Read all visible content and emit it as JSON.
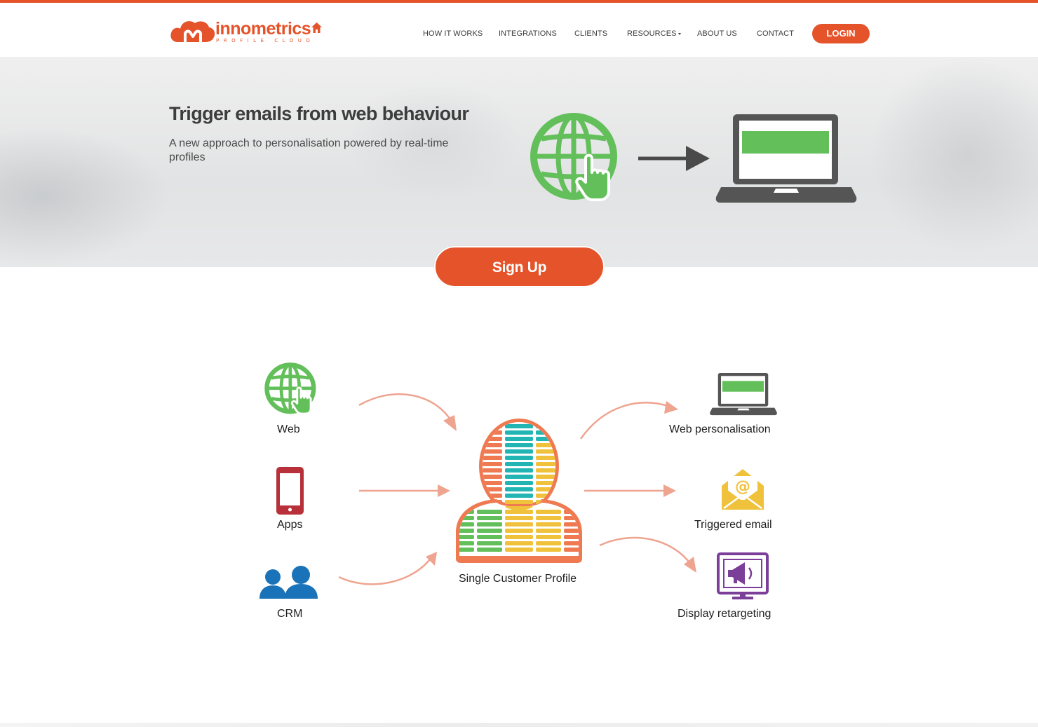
{
  "brand": {
    "name": "innometrics",
    "tagline": "PROFILE CLOUD",
    "accent_color": "#e5532a"
  },
  "nav": {
    "items": [
      {
        "label": "HOW IT WORKS"
      },
      {
        "label": "INTEGRATIONS"
      },
      {
        "label": "CLIENTS"
      },
      {
        "label": "RESOURCES",
        "has_dropdown": true
      },
      {
        "label": "ABOUT US"
      },
      {
        "label": "CONTACT"
      }
    ],
    "login_label": "LOGIN"
  },
  "hero": {
    "title": "Trigger emails from web behaviour",
    "subtitle": "A new approach to personalisation powered by real-time profiles",
    "icons": [
      "globe-click-icon",
      "arrow-right-icon",
      "laptop-icon"
    ],
    "signup_label": "Sign Up"
  },
  "diagram": {
    "sources": [
      {
        "label": "Web",
        "icon": "globe-click-icon",
        "color": "#62bf5a"
      },
      {
        "label": "Apps",
        "icon": "mobile-phone-icon",
        "color": "#b8303a"
      },
      {
        "label": "CRM",
        "icon": "users-icon",
        "color": "#1a73b8"
      }
    ],
    "center": {
      "label": "Single Customer Profile",
      "icon": "customer-profile-icon"
    },
    "outputs": [
      {
        "label": "Web personalisation",
        "icon": "laptop-icon",
        "color": "#555555"
      },
      {
        "label": "Triggered email",
        "icon": "email-envelope-icon",
        "color": "#f0c13a"
      },
      {
        "label": "Display retargeting",
        "icon": "display-megaphone-icon",
        "color": "#7b3f99"
      }
    ],
    "arrow_color": "#eea48f"
  }
}
